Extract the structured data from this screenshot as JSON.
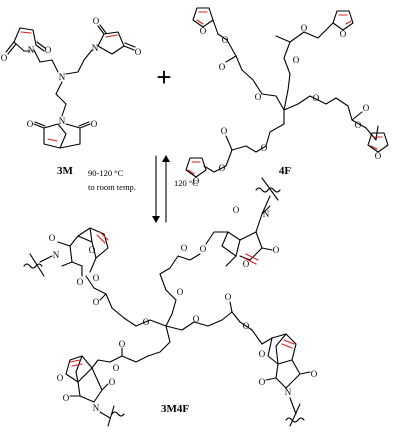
{
  "compounds": {
    "maleimide": {
      "label": "3M"
    },
    "furan": {
      "label": "4F"
    },
    "adduct": {
      "label": "3M4F"
    }
  },
  "operator": "+",
  "conditions": {
    "forward_line1": "90-120 °C",
    "forward_line2": "to room temp.",
    "reverse": "120 °C"
  },
  "atoms": {
    "O": "O",
    "N": "N"
  },
  "colors": {
    "bonds": "#000000",
    "reactive_bonds": "#d81d1d"
  }
}
